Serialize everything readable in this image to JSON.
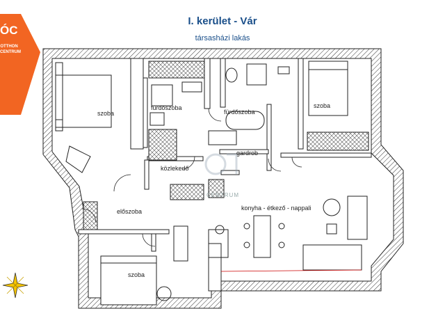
{
  "header": {
    "title": "I. kerület - Vár",
    "subtitle": "társasházi lakás"
  },
  "logo": {
    "mark": "ÓC",
    "line1": "OTTHON",
    "line2": "CENTRUM",
    "color": "#f26522"
  },
  "watermark": {
    "text": "CENTRUM"
  },
  "rooms": {
    "szoba_1": "szoba",
    "szoba_2": "szoba",
    "szoba_3": "szoba",
    "furdoszoba_1": "fürdőszoba",
    "furdoszoba_2": "fürdőszoba",
    "gardrob": "gardrob",
    "kozlekedo": "közlekedő",
    "eloszoba": "előszoba",
    "konyha": "konyha - étkező - nappali"
  },
  "icons": [
    "otthon-centrum-logo-icon",
    "compass-rose-icon"
  ]
}
